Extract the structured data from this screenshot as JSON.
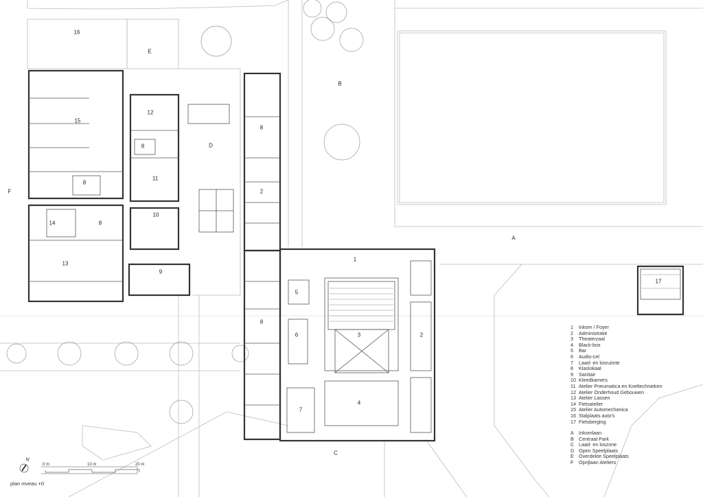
{
  "title": "plan niveau +0",
  "scale": {
    "ticks": [
      "0 m",
      "10 m",
      "20 m"
    ]
  },
  "north_label": "N",
  "plan_labels": {
    "l16": "16",
    "lE": "E",
    "lB": "B",
    "l12": "12",
    "l15": "15",
    "l8a": "8",
    "l8b": "8",
    "lD": "D",
    "l11": "11",
    "l8c": "8",
    "l2a": "2",
    "lF": "F",
    "l10": "10",
    "l14": "14",
    "l8d": "8",
    "lA": "A",
    "l1": "1",
    "l13": "13",
    "l9": "9",
    "l17": "17",
    "l5": "5",
    "l8e": "8",
    "l6": "6",
    "l3": "3",
    "l2b": "2",
    "l4": "4",
    "l7": "7",
    "lC": "C"
  },
  "legend": {
    "rooms": [
      {
        "key": "1",
        "label": "Inkom / Foyer"
      },
      {
        "key": "2",
        "label": "Administratie"
      },
      {
        "key": "3",
        "label": "Theaterzaal"
      },
      {
        "key": "4",
        "label": "Black-box"
      },
      {
        "key": "5",
        "label": "Bar"
      },
      {
        "key": "6",
        "label": "Audio-cel"
      },
      {
        "key": "7",
        "label": "Laad- en losruimte"
      },
      {
        "key": "8",
        "label": "Klaslokaal"
      },
      {
        "key": "9",
        "label": "Sanitair"
      },
      {
        "key": "10",
        "label": "Kleedkamers"
      },
      {
        "key": "11",
        "label": "Atelier Pneumatica en Koeltechnieken"
      },
      {
        "key": "12",
        "label": "Atelier Onderhoud Gebouwen"
      },
      {
        "key": "13",
        "label": "Atelier Lassen"
      },
      {
        "key": "14",
        "label": "Fietsatelier"
      },
      {
        "key": "15",
        "label": "Atelier Automechanica"
      },
      {
        "key": "16",
        "label": "Stalplaats auto's"
      },
      {
        "key": "17",
        "label": "Fietsberging"
      }
    ],
    "zones": [
      {
        "key": "A",
        "label": "Inkomlaan"
      },
      {
        "key": "B",
        "label": "Centraal Park"
      },
      {
        "key": "C",
        "label": "Laad- en loszone"
      },
      {
        "key": "D",
        "label": "Open Speelplaats"
      },
      {
        "key": "E",
        "label": "Overdekte Speelplaats"
      },
      {
        "key": "F",
        "label": "Oprijlaan Ateliers"
      }
    ]
  }
}
